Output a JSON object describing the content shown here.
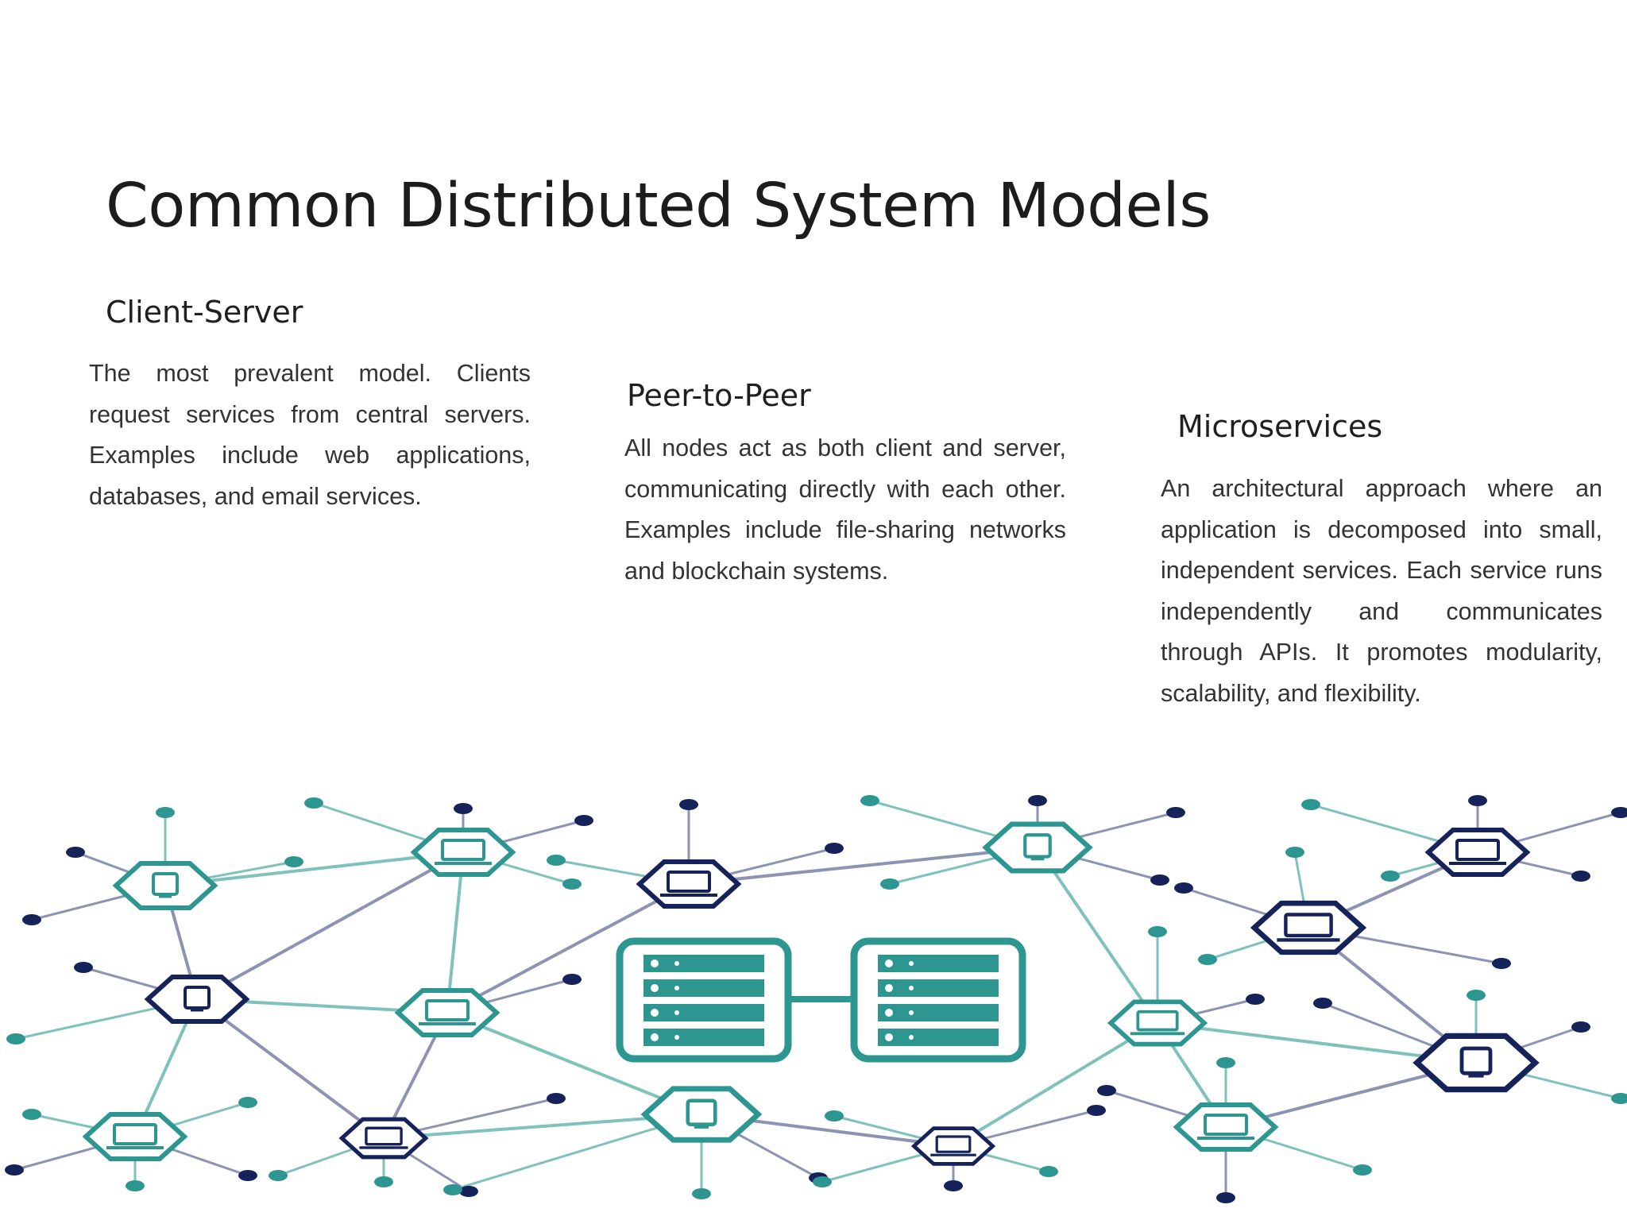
{
  "page": {
    "title": "Common Distributed System Models"
  },
  "columns": [
    {
      "heading": "Client-Server",
      "body": "The most prevalent model. Clients request services from central servers. Examples include web applications, databases, and email services."
    },
    {
      "heading": "Peer-to-Peer",
      "body": "All nodes act as both client and server, communicating directly with each other. Examples include file-sharing networks and blockchain systems."
    },
    {
      "heading": "Microservices",
      "body": "An architectural approach where an application is decomposed into small, independent services. Each service runs independently and communicates through APIs. It promotes modularity, scalability, and flexibility."
    }
  ],
  "illustration": {
    "icons": [
      "hexagon-node-icon",
      "laptop-icon",
      "server-rack-icon"
    ],
    "colors": {
      "teal": "#2e9691",
      "navy": "#16235a",
      "link_teal": "#7fc1bd",
      "link_navy": "#8c93b3"
    }
  }
}
